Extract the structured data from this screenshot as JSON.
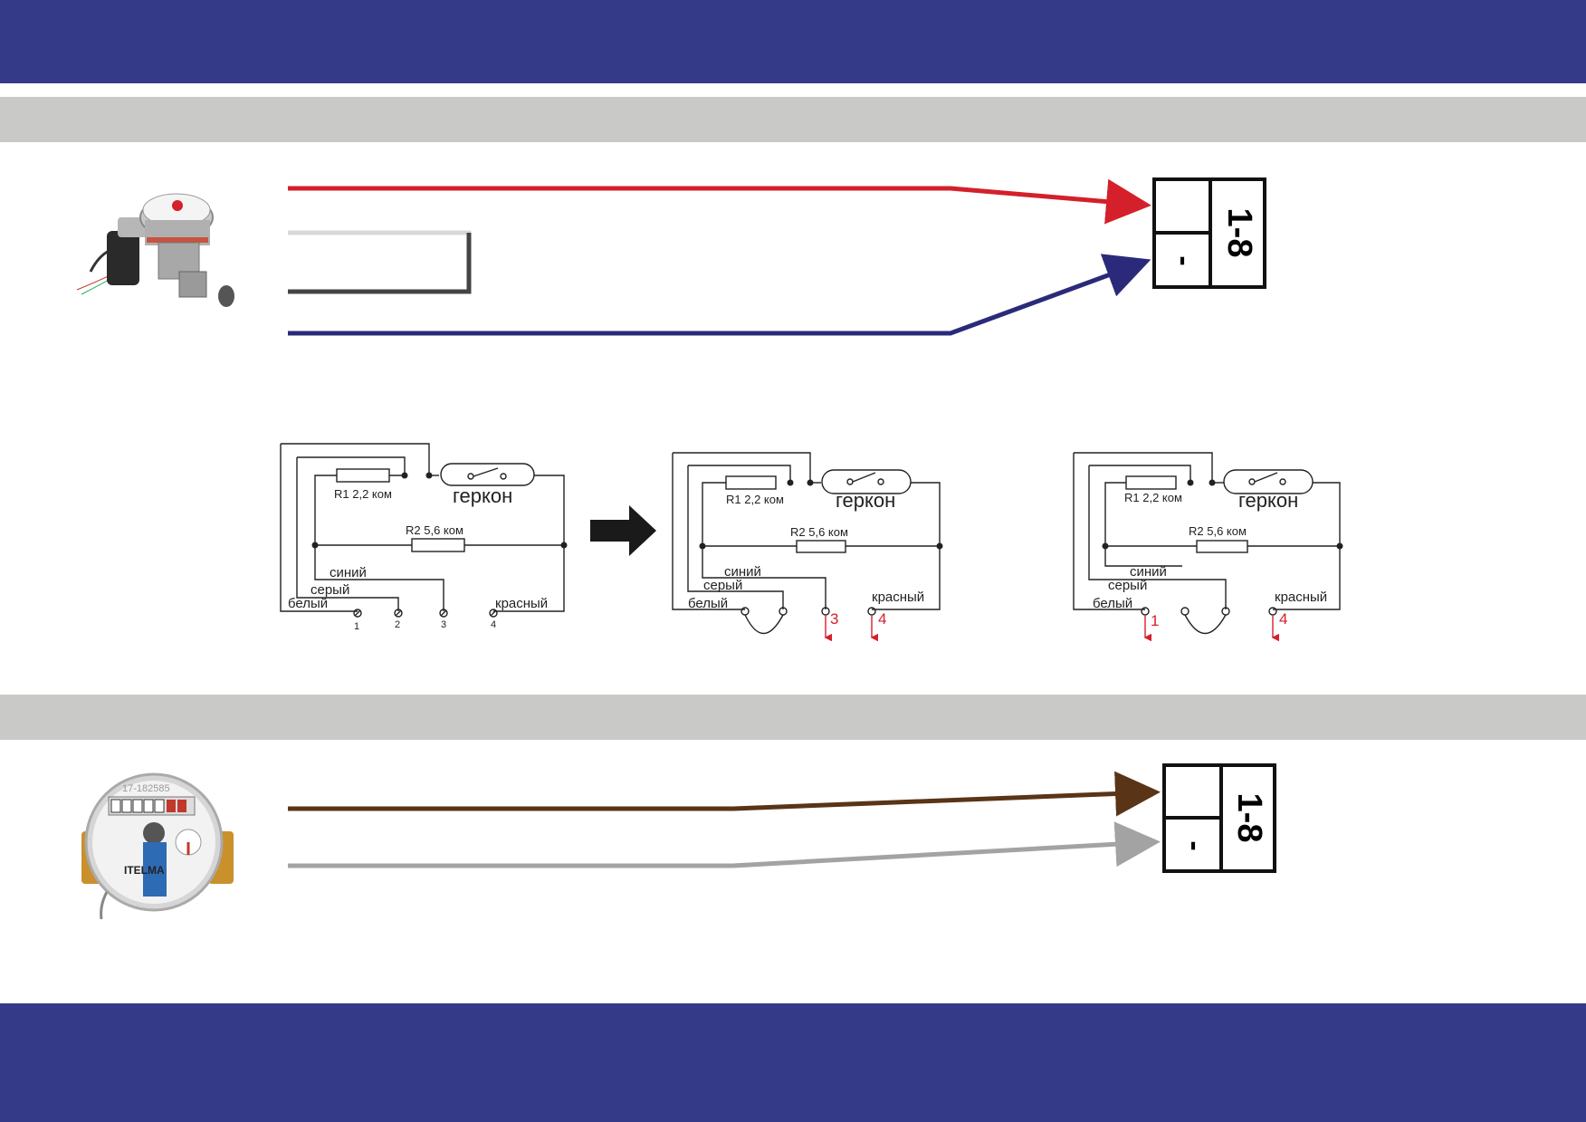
{
  "colors": {
    "band_blue": "#353a88",
    "band_grey": "#c9cac7",
    "wire_red": "#d4202a",
    "wire_blue": "#2b2a7a",
    "wire_brown": "#5a3416",
    "wire_grey": "#a3a3a3",
    "wire_white": "#d8d8d8",
    "wire_darkgrey": "#444444",
    "annotation_red": "#d4202a"
  },
  "terminal_block": {
    "range_label": "1-8",
    "minus_label": "-"
  },
  "schematics": [
    {
      "r1_label": "R1 2,2 ком",
      "r2_label": "R2 5,6 ком",
      "reed_label": "геркон",
      "wire_labels": [
        "синий",
        "серый",
        "белый",
        "красный"
      ],
      "terminal_numbers": [
        "1",
        "2",
        "3",
        "4"
      ]
    },
    {
      "r1_label": "R1 2,2 ком",
      "r2_label": "R2 5,6 ком",
      "reed_label": "геркон",
      "wire_labels": [
        "синий",
        "серый",
        "белый",
        "красный"
      ],
      "output_numbers": [
        "3",
        "4"
      ]
    },
    {
      "r1_label": "R1 2,2 ком",
      "r2_label": "R2 5,6 ком",
      "reed_label": "геркон",
      "wire_labels": [
        "синий",
        "серый",
        "белый",
        "красный"
      ],
      "output_numbers": [
        "1",
        "4"
      ]
    }
  ],
  "meter_2": {
    "brand": "ITELMA",
    "serial": "17-182585"
  },
  "icons": {
    "meter_1": "water-meter-with-reed-switch-icon",
    "meter_2": "itelma-water-meter-icon",
    "arrow": "right-arrow-icon"
  }
}
